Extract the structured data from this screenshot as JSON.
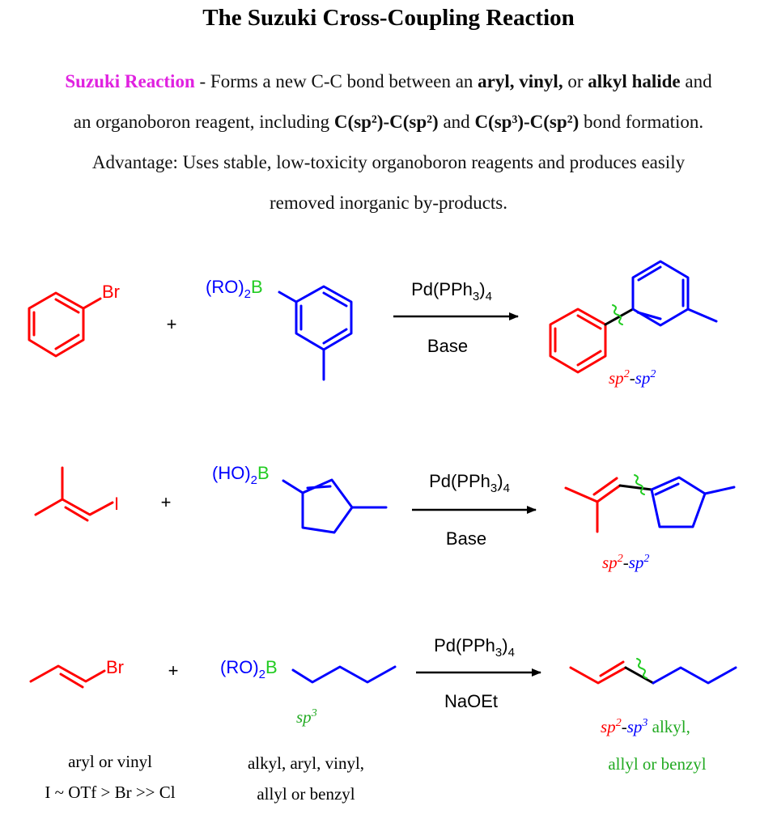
{
  "title": "The Suzuki Cross-Coupling Reaction",
  "intro": {
    "term": "Suzuki Reaction",
    "l1_a": " - Forms a new C-C bond between an ",
    "l1_b": "aryl, vinyl,",
    "l1_c": " or ",
    "l1_d": "alkyl halide",
    "l1_e": " and",
    "l2_a": "an organoboron reagent, including ",
    "l2_b": "C(sp²)-C(sp²)",
    "l2_c": " and ",
    "l2_d": "C(sp³)-C(sp²)",
    "l2_e": " bond formation.",
    "l3": "Advantage: Uses stable, low-toxicity organoboron reagents and produces easily",
    "l4": "removed inorganic by-products."
  },
  "colors": {
    "halide": "#ff0000",
    "boron_reagent": "#0000ff",
    "boron_atom": "#22cc22",
    "sp3_note": "#22aa22",
    "term": "#e021e0",
    "arrow": "#000000"
  },
  "reactions": [
    {
      "halide_atom": "Br",
      "plus": "+",
      "boron_group": {
        "pre": "(RO)",
        "sub": "2",
        "atom": "B"
      },
      "catalyst": {
        "pre": "Pd(PPh",
        "sub": "3",
        "post": ")",
        "sub2": "4"
      },
      "base": "Base",
      "label": {
        "sp_a": "sp",
        "sup_a": "2",
        "dash": "-",
        "sp_b": "sp",
        "sup_b": "2"
      }
    },
    {
      "halide_atom": "I",
      "plus": "+",
      "boron_group": {
        "pre": "(HO)",
        "sub": "2",
        "atom": "B"
      },
      "catalyst": {
        "pre": "Pd(PPh",
        "sub": "3",
        "post": ")",
        "sub2": "4"
      },
      "base": "Base",
      "label": {
        "sp_a": "sp",
        "sup_a": "2",
        "dash": "-",
        "sp_b": "sp",
        "sup_b": "2"
      }
    },
    {
      "halide_atom": "Br",
      "plus": "+",
      "boron_group": {
        "pre": "(RO)",
        "sub": "2",
        "atom": "B"
      },
      "sp3_note": {
        "sp": "sp",
        "sup": "3"
      },
      "catalyst": {
        "pre": "Pd(PPh",
        "sub": "3",
        "post": ")",
        "sub2": "4"
      },
      "base": "NaOEt",
      "label": {
        "sp_a": "sp",
        "sup_a": "2",
        "dash": "-",
        "sp_b": "sp",
        "sup_b": "3",
        "tail": " alkyl,",
        "line2": "allyl or benzyl"
      }
    }
  ],
  "scope": {
    "halide_line1": "aryl or vinyl",
    "halide_line2": "I ~ OTf > Br >> Cl",
    "boron_line1": "alkyl, aryl, vinyl,",
    "boron_line2": "allyl or benzyl"
  }
}
